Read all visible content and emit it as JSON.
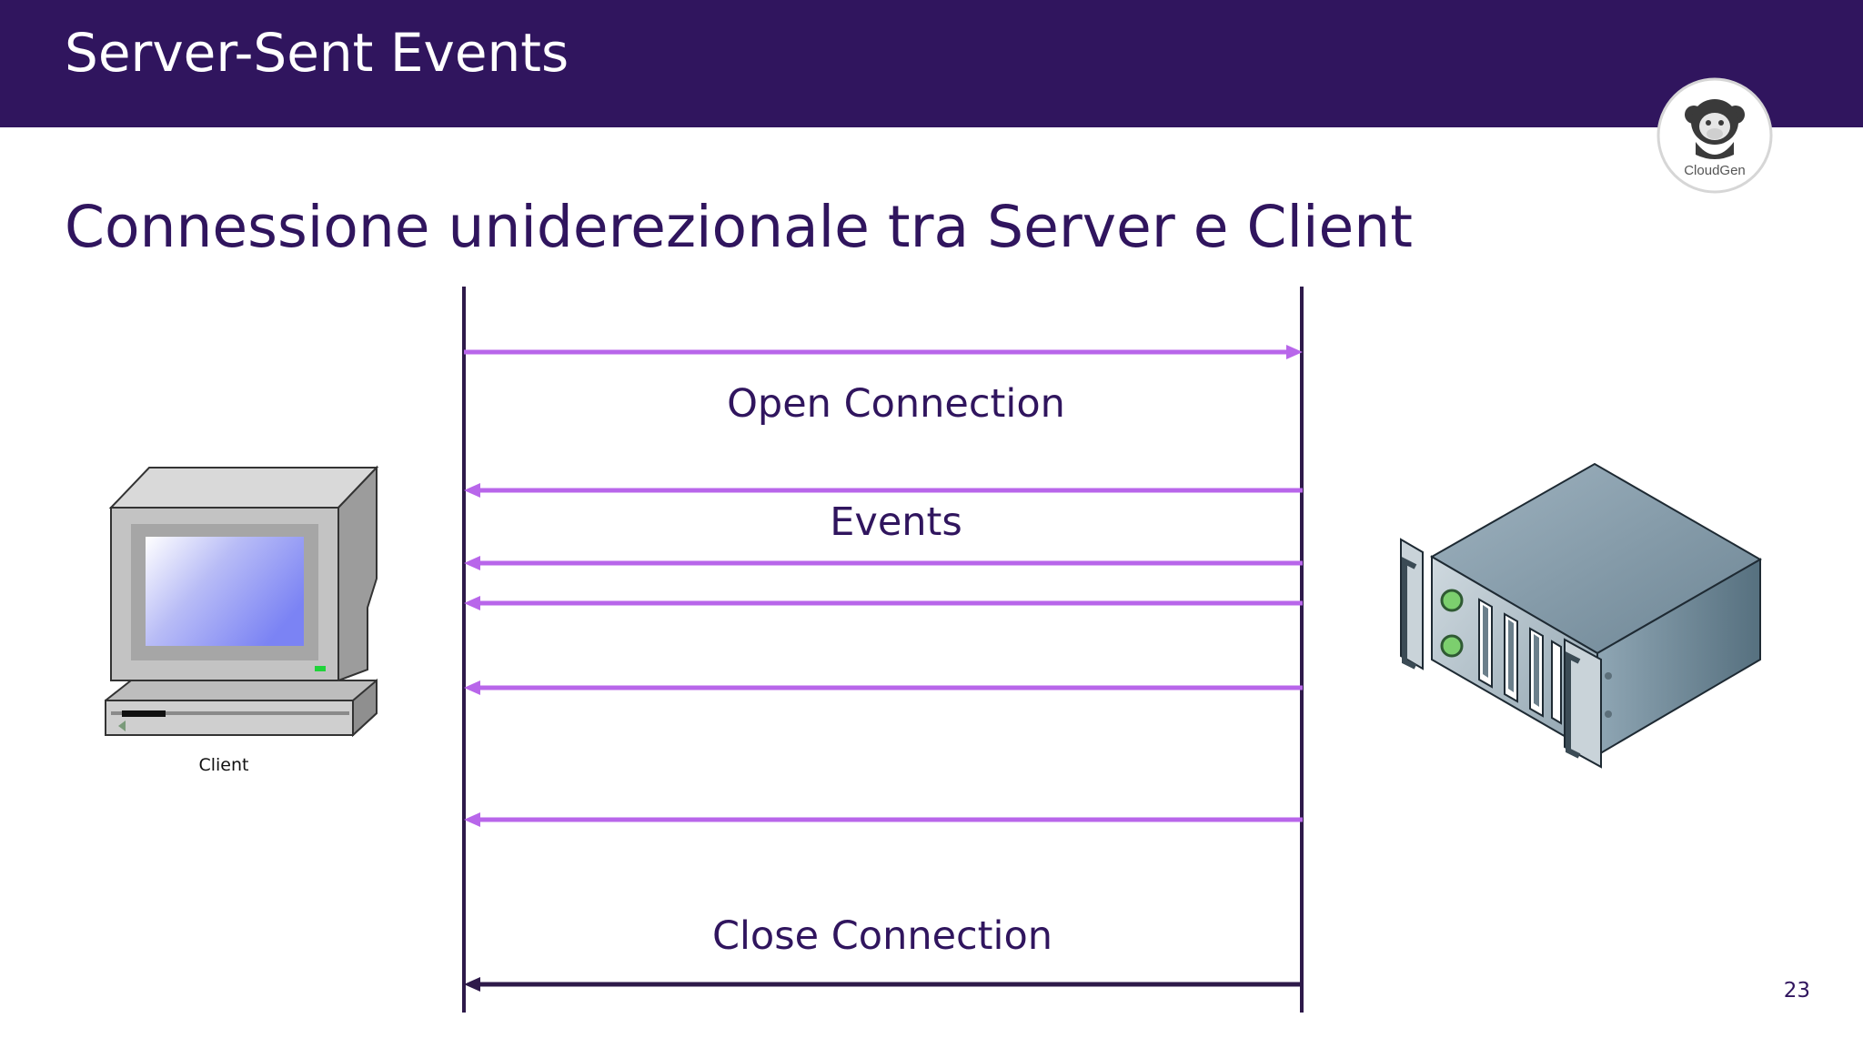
{
  "header": {
    "title": "Server-Sent Events"
  },
  "logo": {
    "name": "CloudGen"
  },
  "subtitle": "Connessione uniderezionale tra Server e Client",
  "diagram": {
    "client_label": "Client",
    "messages": [
      {
        "label": "Open Connection",
        "direction": "client-to-server"
      },
      {
        "label": "Events",
        "direction": "server-to-client"
      },
      {
        "label": "",
        "direction": "server-to-client"
      },
      {
        "label": "",
        "direction": "server-to-client"
      },
      {
        "label": "",
        "direction": "server-to-client"
      },
      {
        "label": "",
        "direction": "server-to-client"
      },
      {
        "label": "Close Connection",
        "direction": "server-to-client"
      }
    ]
  },
  "colors": {
    "header_bg": "#30155e",
    "title_text": "#ffffff",
    "accent_text": "#30155e",
    "event_arrow": "#b866ea",
    "close_arrow": "#2e1a4a"
  },
  "page_number": "23"
}
